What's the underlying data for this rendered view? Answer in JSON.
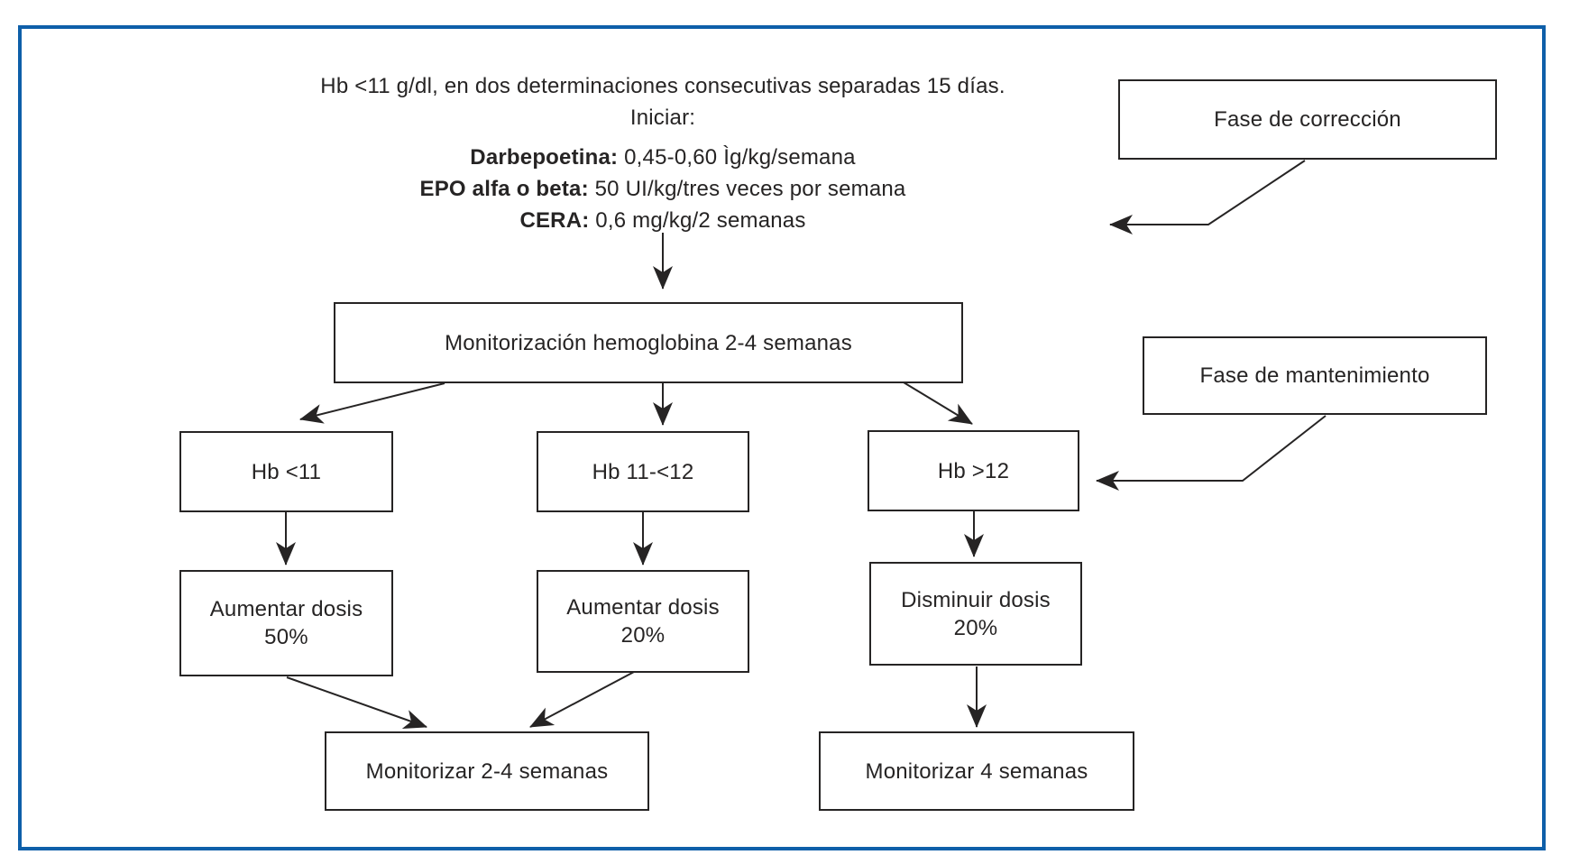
{
  "diagram": {
    "intro": {
      "line1": "Hb <11 g/dl, en dos determinaciones consecutivas separadas 15 días.",
      "line2": "Iniciar:",
      "drugs": [
        {
          "name": "Darbepoetina:",
          "dose": " 0,45-0,60  Ìg/kg/semana"
        },
        {
          "name": "EPO alfa o beta:",
          "dose": " 50 UI/kg/tres veces por semana"
        },
        {
          "name": "CERA:",
          "dose": " 0,6 mg/kg/2 semanas"
        }
      ]
    },
    "phases": {
      "correction": "Fase de corrección",
      "maintenance": "Fase de mantenimiento"
    },
    "nodes": {
      "monitor_initial": "Monitorización hemoglobina 2-4 semanas",
      "hb_low": "Hb <11",
      "hb_mid": "Hb 11-<12",
      "hb_high": "Hb >12",
      "increase50": {
        "line1": "Aumentar dosis",
        "line2": "50%"
      },
      "increase20": {
        "line1": "Aumentar dosis",
        "line2": "20%"
      },
      "decrease20": {
        "line1": "Disminuir dosis",
        "line2": "20%"
      },
      "monitor24": "Monitorizar 2-4 semanas",
      "monitor4": "Monitorizar 4 semanas"
    },
    "colors": {
      "frame_blue": "#0e5fa9",
      "line_black": "#262424"
    }
  }
}
